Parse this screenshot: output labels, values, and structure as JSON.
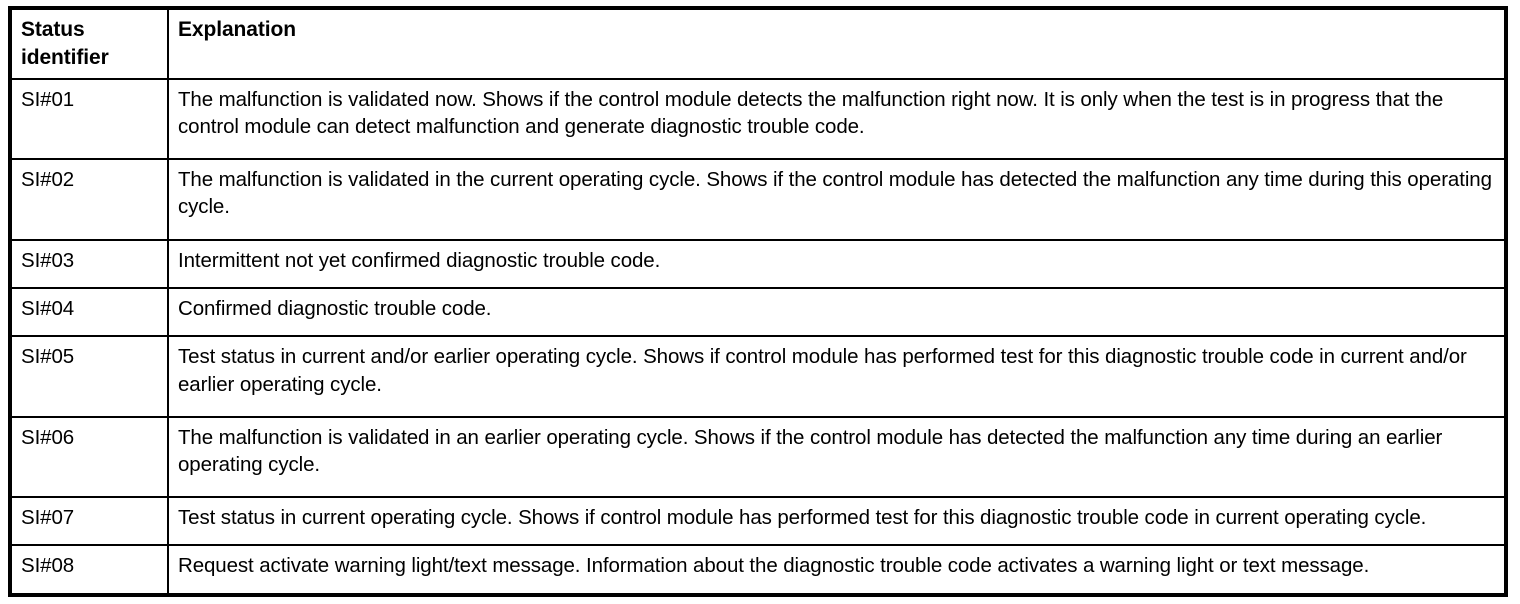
{
  "table": {
    "columns": [
      {
        "key": "status_identifier",
        "header_lines": [
          "Status",
          "identifier"
        ],
        "header": "Status identifier"
      },
      {
        "key": "explanation",
        "header_lines": [
          "Explanation"
        ],
        "header": "Explanation"
      }
    ],
    "rows": [
      {
        "status_identifier": "SI#01",
        "explanation": "The malfunction is validated now. Shows if the control module detects the malfunction right now. It is only when the test is in progress that the control module can detect malfunction and generate diagnostic trouble code."
      },
      {
        "status_identifier": "SI#02",
        "explanation": "The malfunction is validated in the current operating cycle. Shows if the control module has detected the malfunction any time during this operating cycle."
      },
      {
        "status_identifier": "SI#03",
        "explanation": "Intermittent not yet confirmed diagnostic trouble code."
      },
      {
        "status_identifier": "SI#04",
        "explanation": "Confirmed diagnostic trouble code."
      },
      {
        "status_identifier": "SI#05",
        "explanation": "Test status in current and/or earlier operating cycle. Shows if control module has performed test for this diagnostic trouble code in current and/or earlier operating cycle."
      },
      {
        "status_identifier": "SI#06",
        "explanation": "The malfunction is validated in an earlier operating cycle. Shows if the control module has detected the malfunction any time during an earlier operating cycle."
      },
      {
        "status_identifier": "SI#07",
        "explanation": "Test status in current operating cycle. Shows if control module has performed test for this diagnostic trouble code in current operating cycle."
      },
      {
        "status_identifier": "SI#08",
        "explanation": "Request activate warning light/text message. Information about the diagnostic trouble code activates a warning light or text message."
      }
    ]
  },
  "colors": {
    "border": "#000000",
    "background": "#ffffff",
    "text": "#000000"
  }
}
